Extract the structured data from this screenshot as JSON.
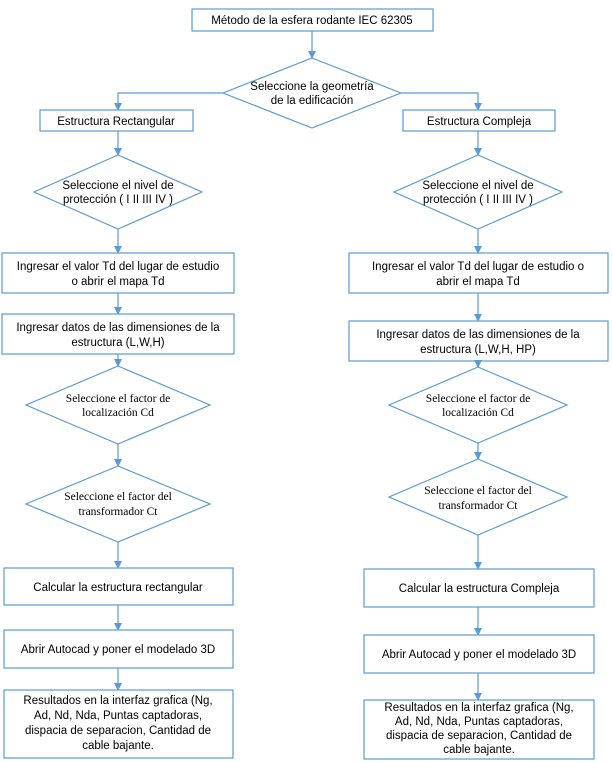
{
  "title": "Método de la esfera rodante IEC 62305",
  "geometry": [
    "Seleccione la geometría",
    "de la edificación"
  ],
  "left": {
    "branch": "Estructura Rectangular",
    "nivel": [
      "Seleccione el nivel de",
      "protección ( I II III IV )"
    ],
    "td": [
      "Ingresar el valor Td del lugar de estudio",
      "o abrir el mapa Td"
    ],
    "dims": [
      "Ingresar datos de las dimensiones de la",
      "estructura (L,W,H)"
    ],
    "cd": [
      "Seleccione el factor de",
      "localización Cd"
    ],
    "ct": [
      "Seleccione el factor del",
      "transformador Ct"
    ],
    "calc": "Calcular la estructura rectangular",
    "autocad": "Abrir Autocad y poner el modelado 3D",
    "results": [
      "Resultados en la interfaz grafica (Ng,",
      "Ad, Nd, Nda, Puntas captadoras,",
      "dispacia de separacion, Cantidad de",
      "cable bajante."
    ]
  },
  "right": {
    "branch": "Estructura Compleja",
    "nivel": [
      "Seleccione el nivel de",
      "protección ( I II III IV )"
    ],
    "td": [
      "Ingresar el valor Td del lugar de estudio o",
      "abrir el mapa Td"
    ],
    "dims": [
      "Ingresar datos de las dimensiones de la",
      "estructura (L,W,H, HP)"
    ],
    "cd": [
      "Seleccione el factor de",
      "localización Cd"
    ],
    "ct": [
      "Seleccione el factor del",
      "transformador Ct"
    ],
    "calc": "Calcular la estructura Compleja",
    "autocad": "Abrir Autocad y poner el modelado 3D",
    "results": [
      "Resultados en la interfaz grafica (Ng,",
      "Ad, Nd, Nda, Puntas captadoras,",
      "dispacia de separacion, Cantidad de",
      "cable bajante."
    ]
  }
}
